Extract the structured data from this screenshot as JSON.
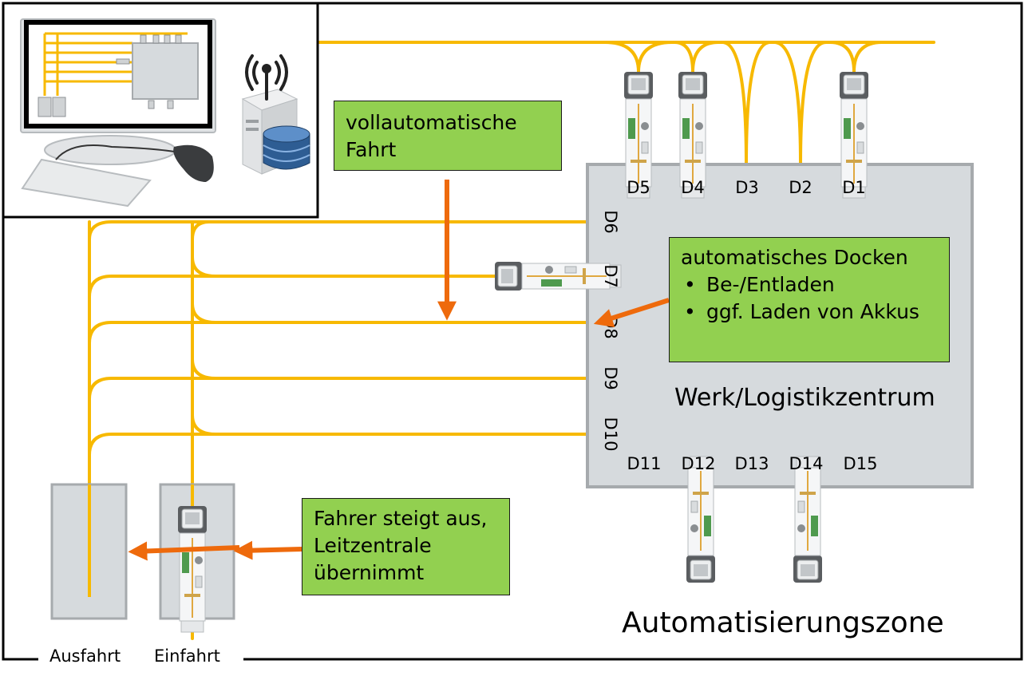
{
  "zone_label": "Automatisierungszone",
  "building_label": "Werk/Logistikzentrum",
  "docks_top": [
    "D5",
    "D4",
    "D3",
    "D2",
    "D1"
  ],
  "docks_side": [
    "D6",
    "D7",
    "D8",
    "D9",
    "D10"
  ],
  "docks_bottom": [
    "D11",
    "D12",
    "D13",
    "D14",
    "D15"
  ],
  "callouts": {
    "full_auto": "vollautomatische Fahrt",
    "docking": {
      "title": "automatisches Docken",
      "items": [
        "Be-/Entladen",
        "ggf. Laden von Akkus"
      ]
    },
    "driver": "Fahrer steigt aus, Leitzentrale übernimmt"
  },
  "gates": {
    "exit": "Ausfahrt",
    "entry": "Einfahrt"
  },
  "colors": {
    "track": "#f7b900",
    "arrow": "#ee6a0c",
    "callout_fill": "#92d050",
    "building_fill": "#d6dadd",
    "building_stroke": "#a6aaad"
  },
  "icons": [
    "monitor-icon",
    "server-icon",
    "wireless-signal-icon",
    "database-icon",
    "keyboard-icon",
    "mouse-icon",
    "truck-icon"
  ]
}
